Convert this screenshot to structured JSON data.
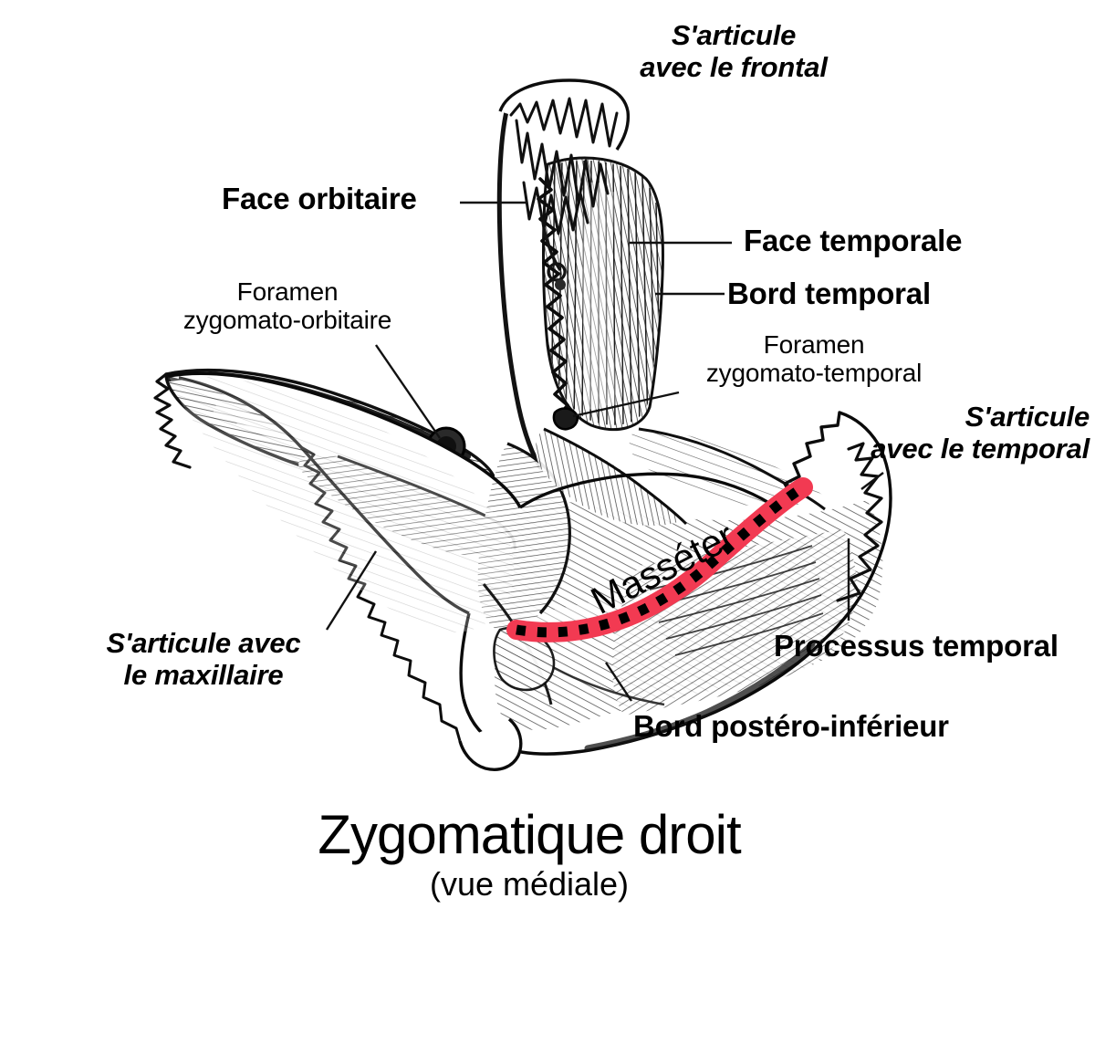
{
  "figure": {
    "title": "Zygomatique droit",
    "subtitle": "(vue médiale)",
    "bone_name": "Zygomatique droit",
    "view": "vue médiale",
    "language": "fr",
    "accent_color": "#f23a52",
    "ink_color": "#000000",
    "background_color": "#ffffff"
  },
  "labels": {
    "articule_frontal": "S'articule\navec le frontal",
    "face_orbitaire": "Face orbitaire",
    "foramen_zygomato_orbitaire": "Foramen\nzygomato-orbitaire",
    "face_temporale": "Face temporale",
    "bord_temporal": "Bord temporal",
    "foramen_zygomato_temporal": "Foramen\nzygomato-temporal",
    "articule_temporal": "S'articule\navec le temporal",
    "articule_maxillaire": "S'articule avec\nle maxillaire",
    "processus_temporal": "Processus temporal",
    "bord_postero_inferieur": "Bord postéro-inférieur",
    "masseter": "Masséter"
  },
  "annotations": {
    "muscle_attachment": {
      "name": "Masséter",
      "style": "red band with black dashes",
      "color": "#f23a52",
      "dash_color": "#000000"
    }
  }
}
